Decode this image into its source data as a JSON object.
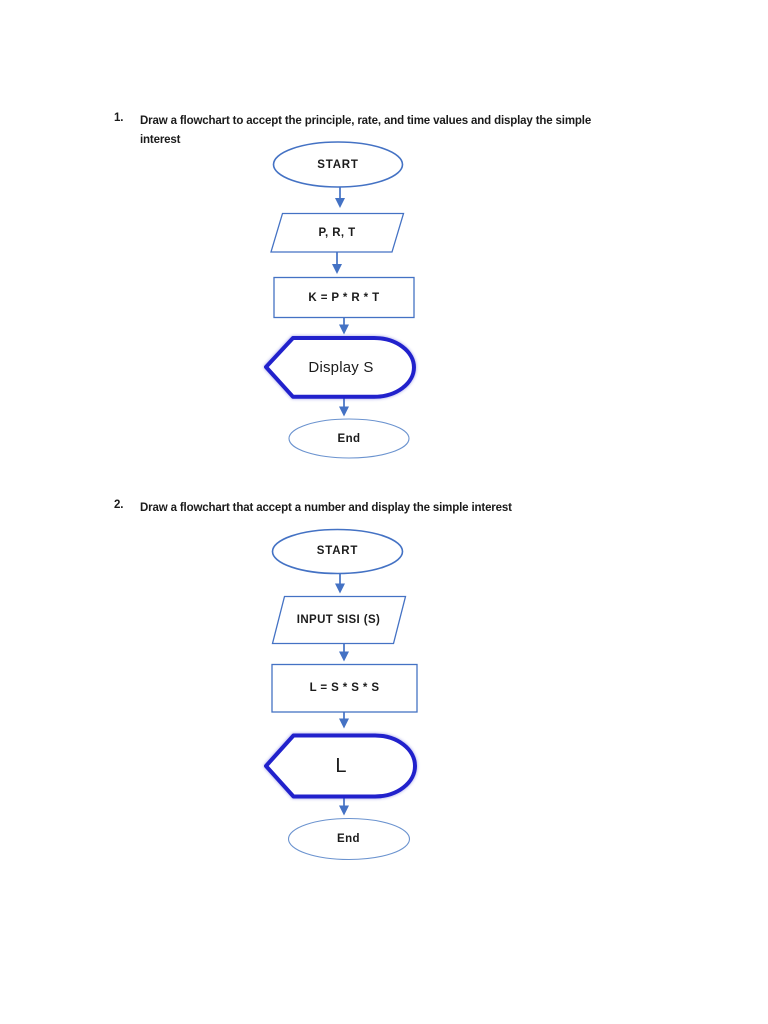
{
  "colors": {
    "shape_stroke": "#4472c4",
    "display_stroke": "#2121cc",
    "end_stroke": "#6b93cf",
    "text": "#1b1b1b",
    "page_background": "#ffffff"
  },
  "items": [
    {
      "number": "1.",
      "prompt_lines": [
        "Draw a flowchart to accept the principle, rate, and time values and display the simple",
        "interest"
      ],
      "flowchart": {
        "start_label": "START",
        "input_label": "P, R, T",
        "process_label": "K = P * R * T",
        "display_label": "Display S",
        "end_label": "End"
      }
    },
    {
      "number": "2.",
      "prompt_lines": [
        "Draw a flowchart that accept a number and display the simple interest"
      ],
      "flowchart": {
        "start_label": "START",
        "input_label": "INPUT SISI (S)",
        "process_label": "L = S * S * S",
        "display_label": "L",
        "end_label": "End"
      }
    }
  ]
}
